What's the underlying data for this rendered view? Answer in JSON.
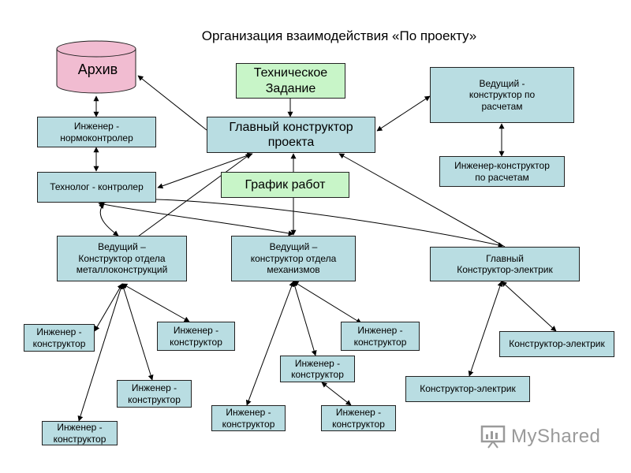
{
  "title": "Организация взаимодействия «По проекту»",
  "colors": {
    "box_fill": "#b9dde2",
    "green_fill": "#c8f5c8",
    "archive_fill": "#f1bcd1",
    "line": "#000000"
  },
  "nodes": {
    "archive": "Архив",
    "tech_task": "Техническое\nЗадание",
    "chief": "Главный конструктор\nпроекта",
    "schedule": "График работ",
    "normcontrol": "Инженер -\nнормоконтролер",
    "technolog": "Технолог - контролер",
    "lead_calc": "Ведущий -\nконструктор по\nрасчетам",
    "eng_calc": "Инженер-конструктор\nпо расчетам",
    "lead_metal": "Ведущий –\nКонструктор отдела\nметаллоконструкций",
    "lead_mech": "Ведущий –\nконструктор отдела\nмеханизмов",
    "chief_elec": "Главный\nКонструктор-электрик",
    "m1": "Инженер -\nконструктор",
    "m2": "Инженер -\nконструктор",
    "m3": "Инженер -\nконструктор",
    "m4": "Инженер -\nконструктор",
    "k1": "Инженер -\nконструктор",
    "k2": "Инженер -\nконструктор",
    "k3": "Инженер -\nконструктор",
    "k4": "Инженер -\nконструктор",
    "e1": "Конструктор-электрик",
    "e2": "Конструктор-электрик"
  },
  "logo": {
    "text": "MyShared",
    "icon": "presentation-board-icon"
  }
}
